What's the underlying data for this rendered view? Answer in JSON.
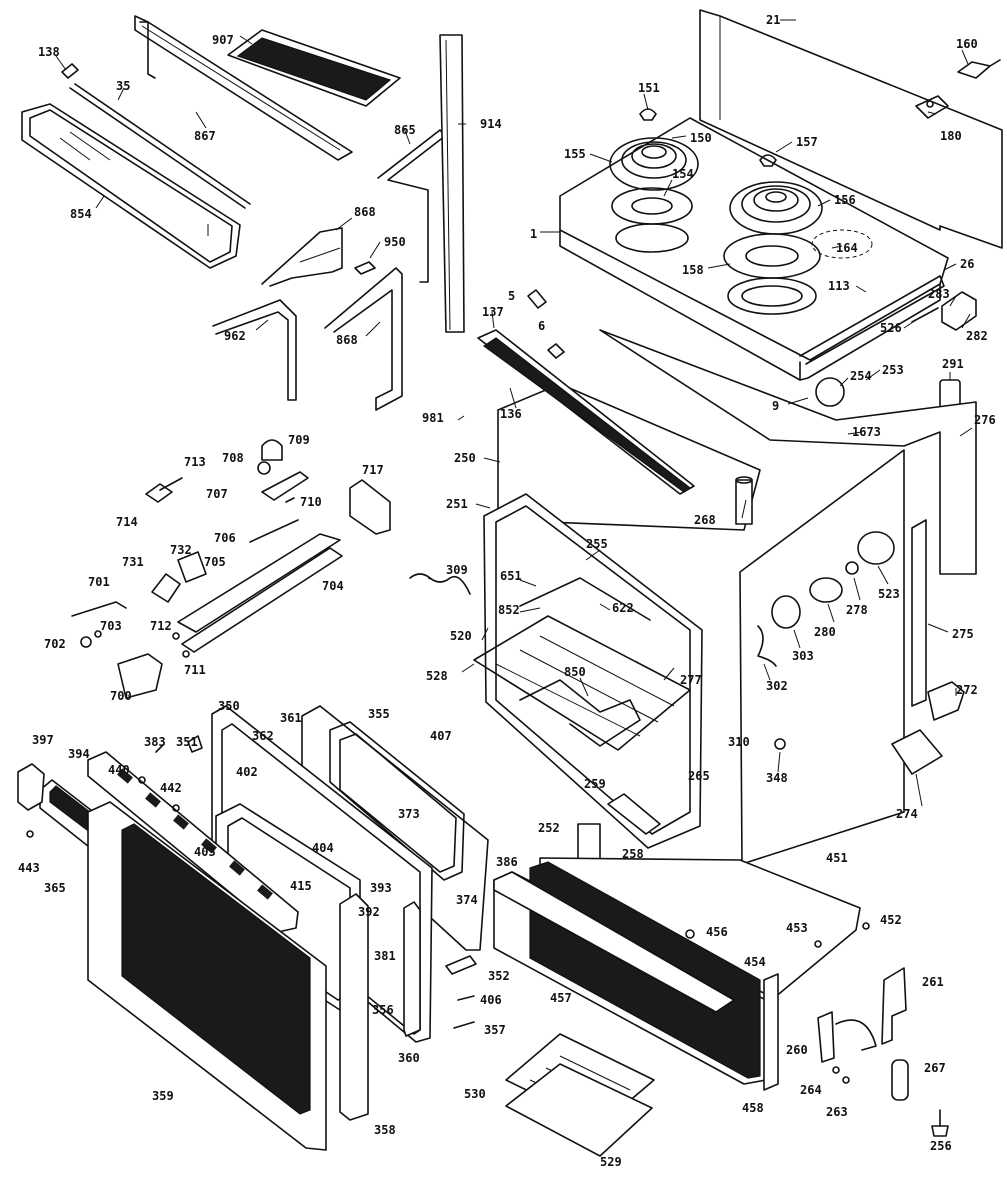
{
  "labels": {
    "p138": "138",
    "p907": "907",
    "p35": "35",
    "p867": "867",
    "p865": "865",
    "p914": "914",
    "p854": "854",
    "p868a": "868",
    "p950": "950",
    "p962": "962",
    "p868b": "868",
    "p21": "21",
    "p160": "160",
    "p151": "151",
    "p150": "150",
    "p157": "157",
    "p180": "180",
    "p155": "155",
    "p154": "154",
    "p156": "156",
    "p1": "1",
    "p164": "164",
    "p158": "158",
    "p113": "113",
    "p26": "26",
    "p283": "283",
    "p5": "5",
    "p137": "137",
    "p526": "526",
    "p282": "282",
    "p6": "6",
    "p291": "291",
    "p253": "253",
    "p254": "254",
    "p9": "9",
    "p981": "981",
    "p136": "136",
    "p1673": "1673",
    "p276": "276",
    "p709": "709",
    "p708": "708",
    "p713": "713",
    "p707": "707",
    "p710": "710",
    "p717": "717",
    "p714": "714",
    "p250": "250",
    "p268": "268",
    "p251": "251",
    "p706": "706",
    "p732": "732",
    "p731": "731",
    "p705": "705",
    "p704": "704",
    "p255": "255",
    "p309": "309",
    "p651": "651",
    "p852": "852",
    "p622": "622",
    "p701": "701",
    "p523": "523",
    "p278": "278",
    "p702": "702",
    "p703": "703",
    "p712": "712",
    "p520": "520",
    "p280": "280",
    "p275": "275",
    "p711": "711",
    "p528": "528",
    "p850": "850",
    "p303": "303",
    "p277": "277",
    "p302": "302",
    "p700": "700",
    "p272": "272",
    "p350": "350",
    "p355": "355",
    "p361": "361",
    "p362": "362",
    "p383": "383",
    "p351": "351",
    "p407": "407",
    "p397": "397",
    "p394": "394",
    "p440": "440",
    "p402": "402",
    "p310": "310",
    "p442": "442",
    "p373": "373",
    "p259": "259",
    "p265": "265",
    "p348": "348",
    "p274": "274",
    "p443": "443",
    "p403": "403",
    "p404": "404",
    "p252": "252",
    "p365": "365",
    "p415": "415",
    "p374": "374",
    "p258": "258",
    "p451": "451",
    "p393": "393",
    "p386": "386",
    "p392": "392",
    "p452": "452",
    "p381": "381",
    "p456": "456",
    "p453": "453",
    "p352": "352",
    "p454": "454",
    "p261": "261",
    "p356a": "356",
    "p406": "406",
    "p457": "457",
    "p357": "357",
    "p360": "360",
    "p260": "260",
    "p267": "267",
    "p530": "530",
    "p359": "359",
    "p264": "264",
    "p263": "263",
    "p458": "458",
    "p356b": "358",
    "p256": "256",
    "p529": "529"
  }
}
